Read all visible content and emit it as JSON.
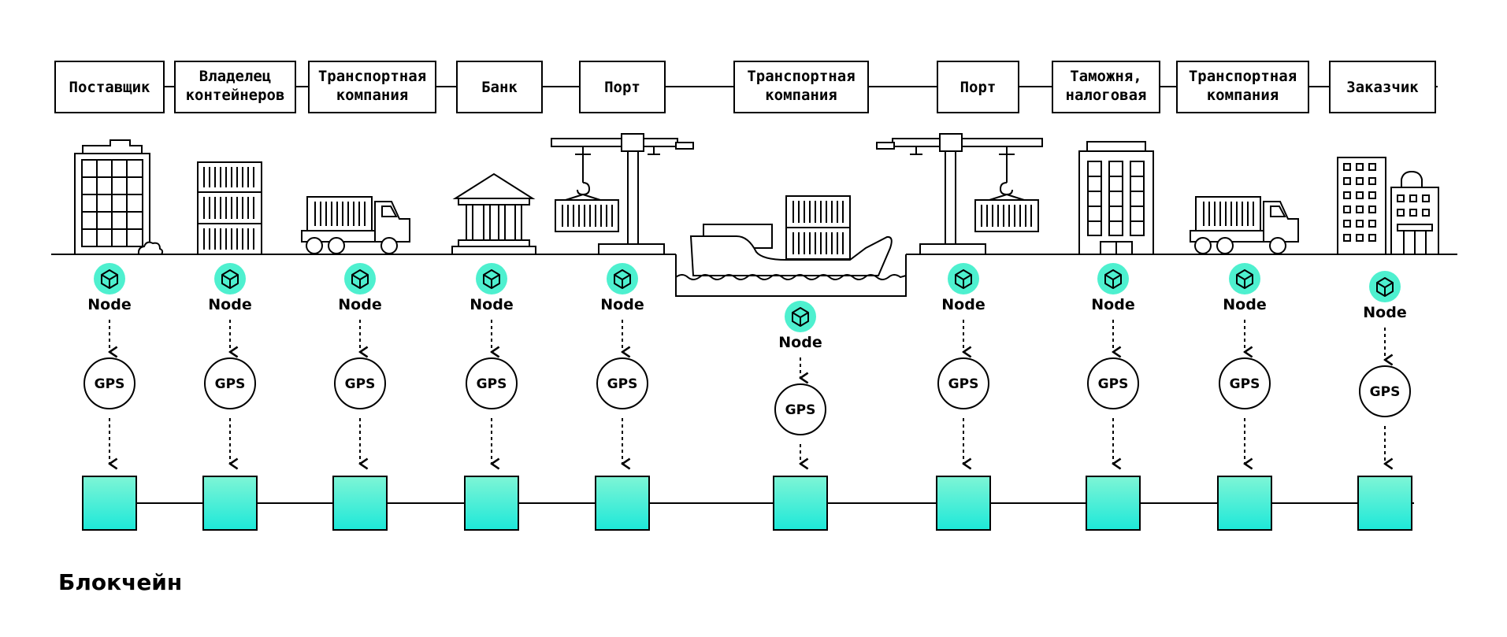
{
  "colors": {
    "accent": "#2de8c8",
    "accent_light": "#7ef5d6",
    "line": "#000000"
  },
  "participants": [
    {
      "label": "Поставщик",
      "icon": "office-building-icon"
    },
    {
      "label": "Владелец\nконтейнеров",
      "icon": "container-stack-icon"
    },
    {
      "label": "Транспортная\nкомпания",
      "icon": "truck-icon"
    },
    {
      "label": "Банк",
      "icon": "bank-icon"
    },
    {
      "label": "Порт",
      "icon": "port-crane-icon"
    },
    {
      "label": "Транспортная\nкомпания",
      "icon": "cargo-ship-icon"
    },
    {
      "label": "Порт",
      "icon": "port-crane-icon"
    },
    {
      "label": "Таможня,\nналоговая",
      "icon": "government-building-icon"
    },
    {
      "label": "Транспортная\nкомпания",
      "icon": "truck-icon"
    },
    {
      "label": "Заказчик",
      "icon": "city-buildings-icon"
    }
  ],
  "node_label": "Node",
  "node_icon": "cube-icon",
  "gps_label": "GPS",
  "footer_label": "Блокчейн"
}
